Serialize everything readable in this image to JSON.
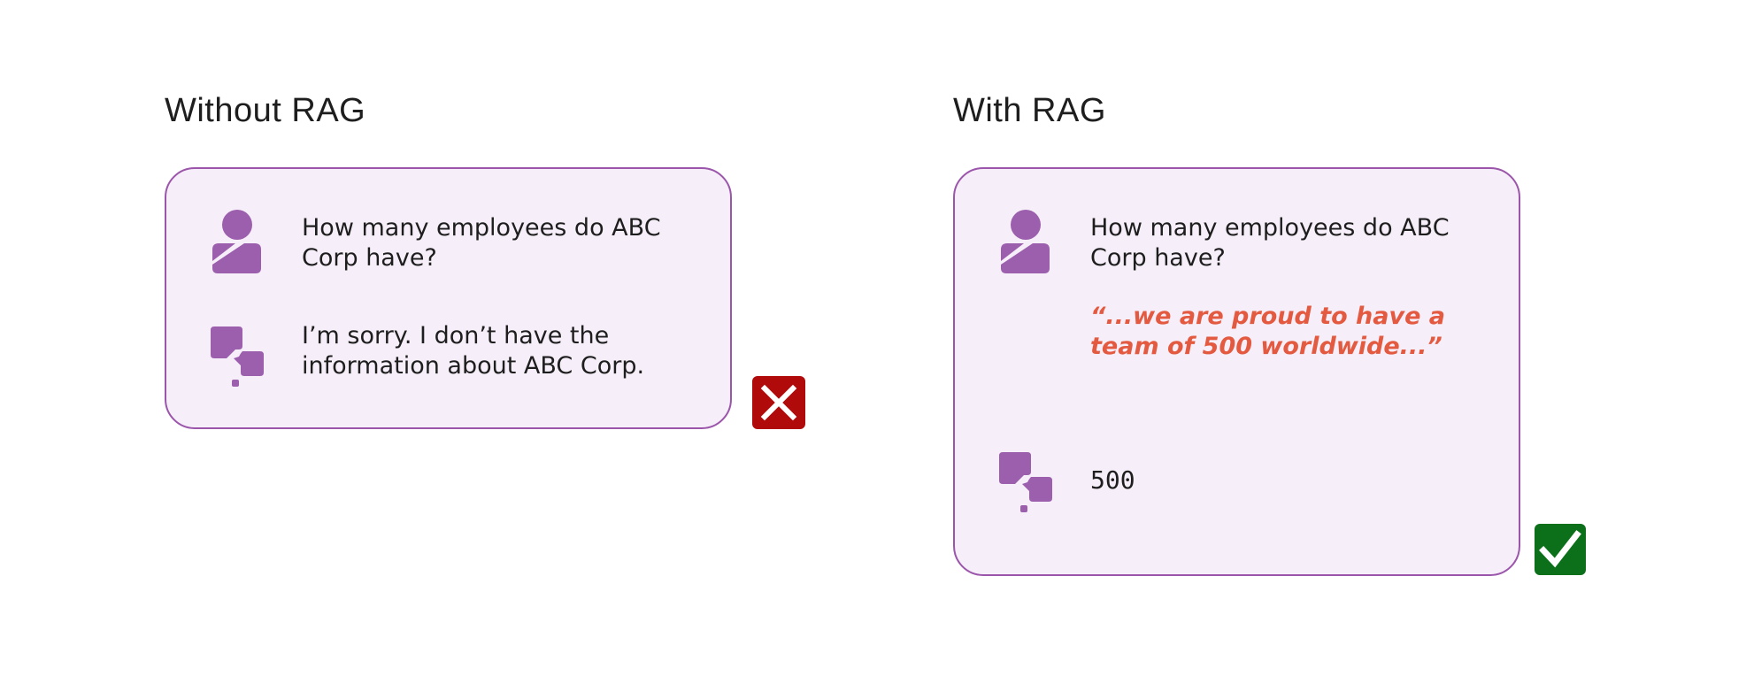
{
  "left_panel": {
    "title": "Without RAG",
    "question": "How many employees do ABC Corp have?",
    "answer": "I’m sorry. I don’t have the information about ABC Corp.",
    "result_icon": "cross-mark-icon",
    "result_color": "#b10a0a"
  },
  "right_panel": {
    "title": "With RAG",
    "question": "How many employees do ABC Corp have?",
    "retrieved_context": "“...we are proud to have a team of 500 worldwide...”",
    "answer": "500",
    "result_icon": "check-mark-icon",
    "result_color": "#0b7019"
  },
  "colors": {
    "card_background": "#f6eef8",
    "card_border": "#9b55ab",
    "icon_purple": "#9c5fae",
    "quote_orange": "#e35a40"
  }
}
